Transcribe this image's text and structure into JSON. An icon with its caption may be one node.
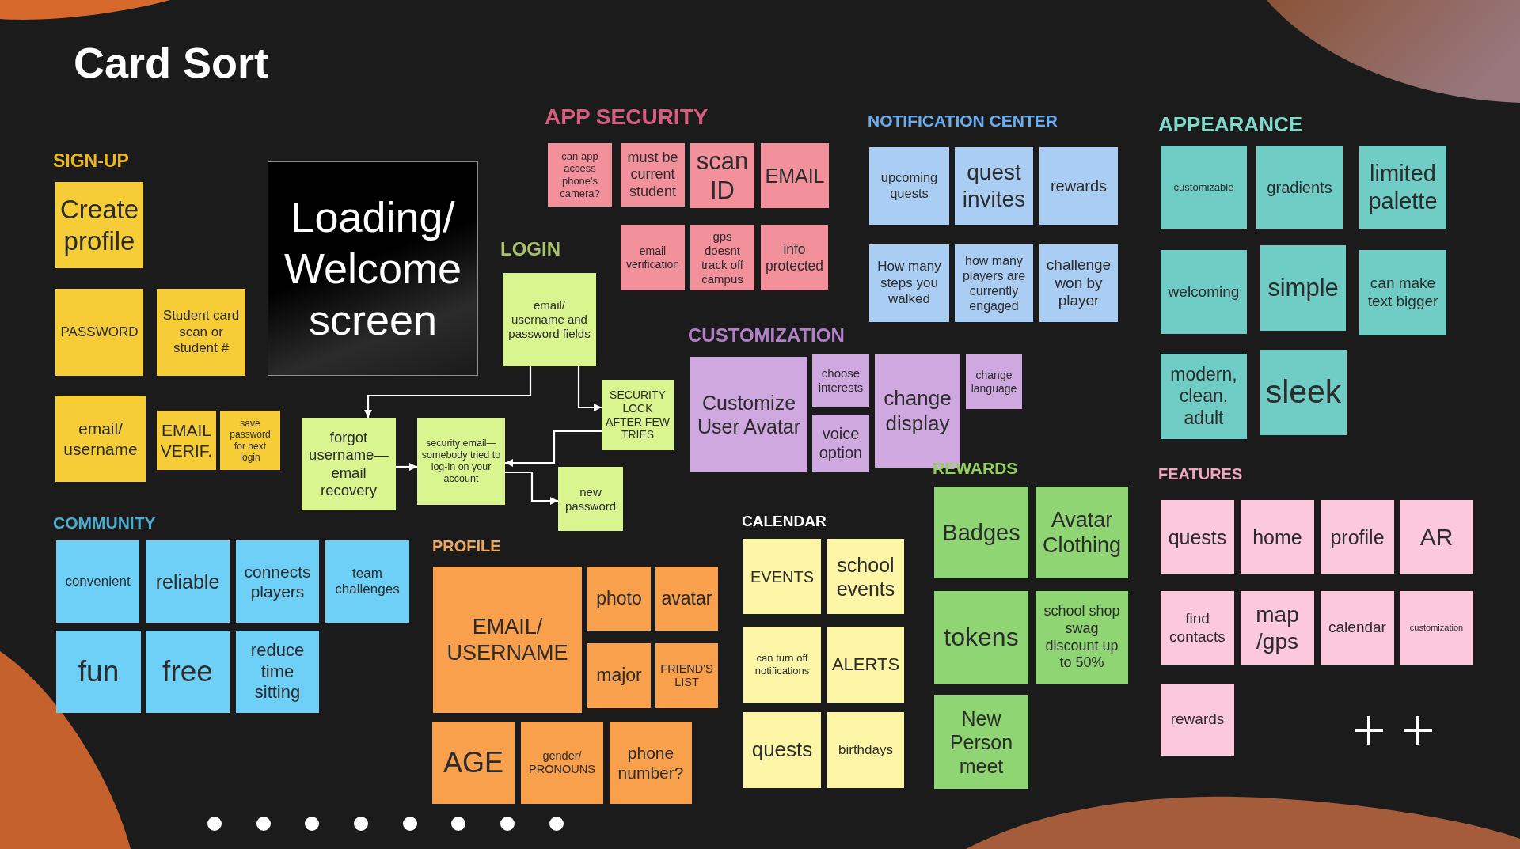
{
  "diagram": {
    "title": "Card Sort",
    "nodes": [
      {
        "text": [
          "Create profile"
        ]
      },
      {
        "text": [
          "PASSWORD"
        ]
      },
      {
        "text": [
          "Student card scan or student #"
        ]
      },
      {
        "text": [
          "email/ username"
        ]
      },
      {
        "text": [
          "EMAIL VERIF."
        ]
      },
      {
        "text": [
          "save password for next login"
        ]
      },
      {
        "text": [
          "Loading/ Welcome screen"
        ]
      },
      {
        "text": [
          "can app access phone's camera?"
        ]
      },
      {
        "text": [
          "must be current student"
        ]
      },
      {
        "text": [
          "scan ID"
        ]
      },
      {
        "text": [
          "EMAIL"
        ]
      },
      {
        "text": [
          "email verification"
        ]
      },
      {
        "text": [
          "gps doesnt track off campus"
        ]
      },
      {
        "text": [
          "info protected"
        ]
      },
      {
        "text": [
          "email/ username and password fields"
        ]
      },
      {
        "text": [
          "forgot username—email recovery"
        ]
      },
      {
        "text": [
          "security email—somebody tried to log-in on your account"
        ]
      },
      {
        "text": [
          "SECURITY LOCK AFTER FEW TRIES"
        ]
      },
      {
        "text": [
          "new password"
        ]
      },
      {
        "text": [
          "upcoming quests"
        ]
      },
      {
        "text": [
          "quest invites"
        ]
      },
      {
        "text": [
          "rewards"
        ]
      },
      {
        "text": [
          "How many steps you walked"
        ]
      },
      {
        "text": [
          "how many players are currently engaged"
        ]
      },
      {
        "text": [
          "challenge won by player"
        ]
      },
      {
        "text": [
          "customizable"
        ]
      },
      {
        "text": [
          "gradients"
        ]
      },
      {
        "text": [
          "limited palette"
        ]
      },
      {
        "text": [
          "welcoming"
        ]
      },
      {
        "text": [
          "simple"
        ]
      },
      {
        "text": [
          "can make text bigger"
        ]
      },
      {
        "text": [
          "modern, clean, adult"
        ]
      },
      {
        "text": [
          "sleek"
        ]
      },
      {
        "text": [
          "Customize User Avatar"
        ]
      },
      {
        "text": [
          "choose interests"
        ]
      },
      {
        "text": [
          "voice option"
        ]
      },
      {
        "text": [
          "change display"
        ]
      },
      {
        "text": [
          "change language"
        ]
      },
      {
        "text": [
          "Badges"
        ]
      },
      {
        "text": [
          "Avatar Clothing"
        ]
      },
      {
        "text": [
          "tokens"
        ]
      },
      {
        "text": [
          "school shop swag discount up to 50%"
        ]
      },
      {
        "text": [
          "New Person meet"
        ]
      },
      {
        "text": [
          "quests"
        ]
      },
      {
        "text": [
          "home"
        ]
      },
      {
        "text": [
          "profile"
        ]
      },
      {
        "text": [
          "AR"
        ]
      },
      {
        "text": [
          "find contacts"
        ]
      },
      {
        "text": [
          "map /gps"
        ]
      },
      {
        "text": [
          "calendar"
        ]
      },
      {
        "text": [
          "customization"
        ]
      },
      {
        "text": [
          "rewards"
        ]
      },
      {
        "text": [
          "convenient"
        ]
      },
      {
        "text": [
          "reliable"
        ]
      },
      {
        "text": [
          "connects players"
        ]
      },
      {
        "text": [
          "team challenges"
        ]
      },
      {
        "text": [
          "fun"
        ]
      },
      {
        "text": [
          "free"
        ]
      },
      {
        "text": [
          "reduce time sitting"
        ]
      },
      {
        "text": [
          "EMAIL/ USERNAME"
        ]
      },
      {
        "text": [
          "photo"
        ]
      },
      {
        "text": [
          "avatar"
        ]
      },
      {
        "text": [
          "major"
        ]
      },
      {
        "text": [
          "FRIEND'S LIST"
        ]
      },
      {
        "text": [
          "AGE"
        ]
      },
      {
        "text": [
          "gender/ PRONOUNS"
        ]
      },
      {
        "text": [
          "phone number?"
        ]
      },
      {
        "text": [
          "EVENTS"
        ]
      },
      {
        "text": [
          "school events"
        ]
      },
      {
        "text": [
          "can turn off notifications"
        ]
      },
      {
        "text": [
          "ALERTS"
        ]
      },
      {
        "text": [
          "quests"
        ]
      },
      {
        "text": [
          "birthdays"
        ]
      }
    ],
    "edges": [
      {
        "from": 14,
        "to": 15,
        "arrow": "to"
      },
      {
        "from": 14,
        "to": 17,
        "arrow": "to"
      },
      {
        "from": 15,
        "to": 16,
        "arrow": "to"
      },
      {
        "from": 17,
        "to": 16,
        "arrow": "to"
      },
      {
        "from": 16,
        "to": 18,
        "arrow": "to"
      }
    ],
    "labels": [
      "APP SECURITY",
      "NOTIFICATION CENTER",
      "APPEARANCE",
      "SIGN-UP",
      "LOGIN",
      "CUSTOMIZATION",
      "REWARDS",
      "FEATURES",
      "COMMUNITY",
      "CALENDAR",
      "PROFILE"
    ]
  }
}
